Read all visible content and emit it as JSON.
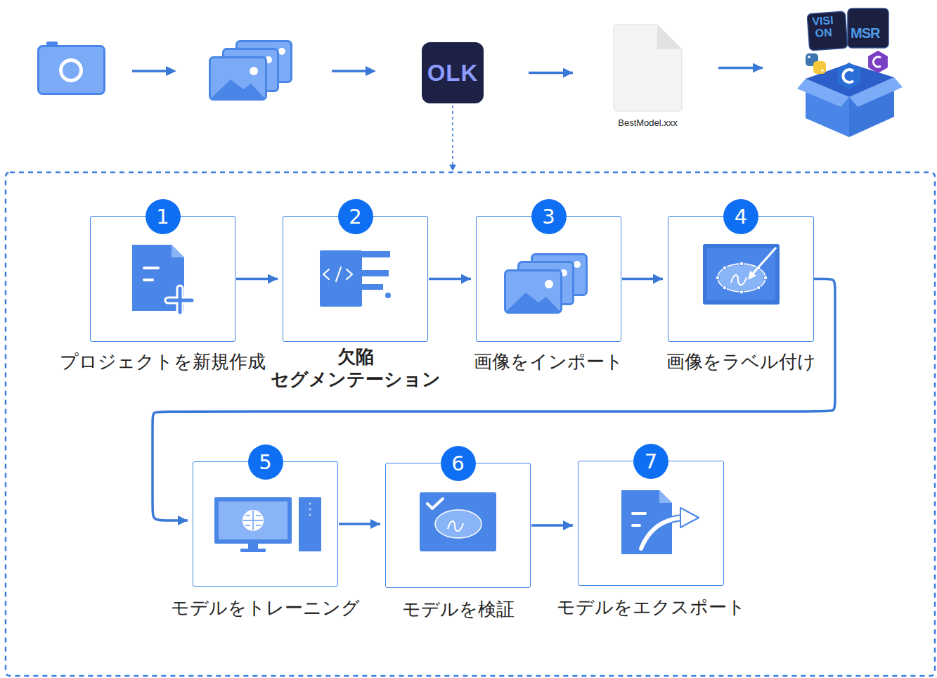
{
  "diagram": {
    "nodes": [
      {
        "text": [
          "OLK"
        ]
      },
      {
        "text": [
          "BestModel.xxx"
        ]
      },
      {
        "text": [
          "VISION",
          "MSR"
        ]
      },
      {
        "text": [
          "プロジェクトを新規作成"
        ]
      },
      {
        "text": [
          "1"
        ],
        "in": 3
      },
      {
        "text": [
          "欠陥 セグメンテーション"
        ]
      },
      {
        "text": [
          "2"
        ],
        "in": 5
      },
      {
        "text": [
          "画像をインポート"
        ]
      },
      {
        "text": [
          "3"
        ],
        "in": 7
      },
      {
        "text": [
          "画像をラベル付け"
        ]
      },
      {
        "text": [
          "4"
        ],
        "in": 9
      },
      {
        "text": [
          "モデルをトレーニング"
        ]
      },
      {
        "text": [
          "5"
        ],
        "in": 11
      },
      {
        "text": [
          "モデルを検証"
        ]
      },
      {
        "text": [
          "6"
        ],
        "in": 13
      },
      {
        "text": [
          "モデルをエクスポート"
        ]
      },
      {
        "text": [
          "7"
        ],
        "in": 15
      }
    ],
    "edges": [
      {
        "from": 0,
        "to": 1,
        "arrow": "to"
      },
      {
        "from": 1,
        "to": 2,
        "arrow": "to"
      },
      {
        "from": 3,
        "to": 5,
        "arrow": "to"
      },
      {
        "from": 5,
        "to": 7,
        "arrow": "to"
      },
      {
        "from": 7,
        "to": 9,
        "arrow": "to"
      },
      {
        "from": 9,
        "to": 11,
        "arrow": "to"
      },
      {
        "from": 11,
        "to": 13,
        "arrow": "to"
      },
      {
        "from": 13,
        "to": 15,
        "arrow": "to"
      }
    ]
  }
}
